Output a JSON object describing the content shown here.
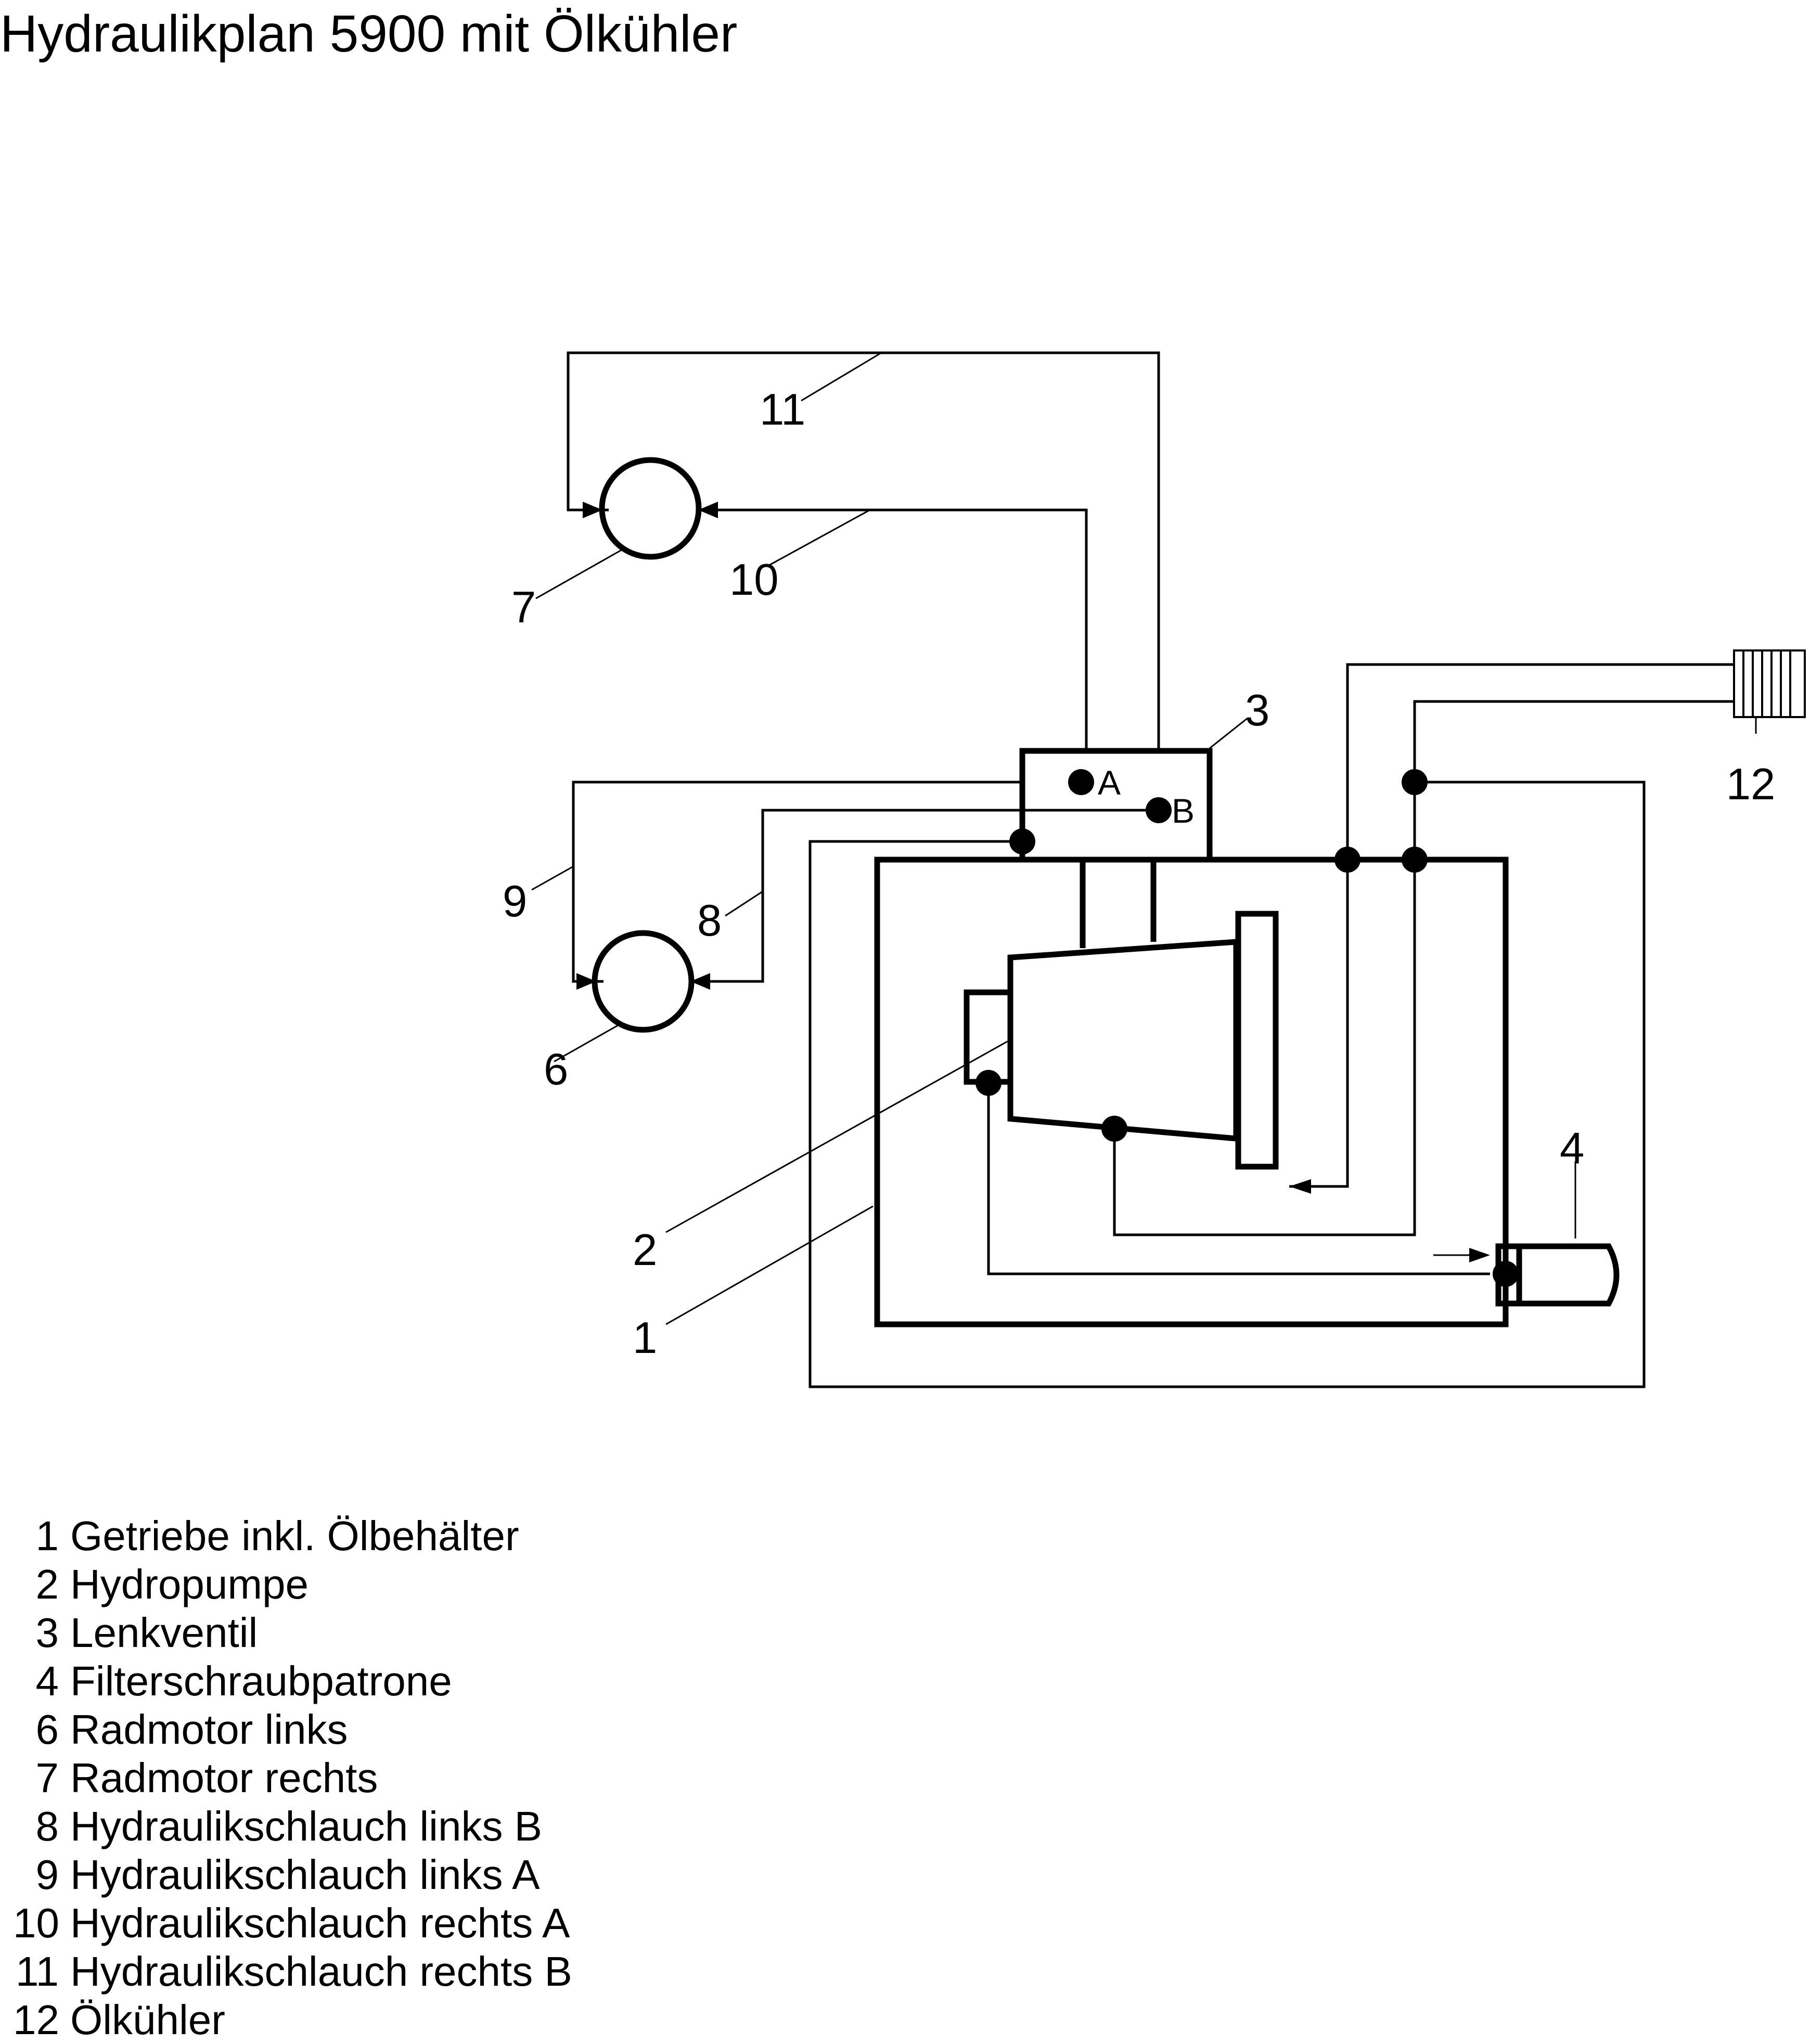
{
  "title": "Hydraulikplan 5900 mit Ölkühler",
  "ports": {
    "a": "A",
    "b": "B"
  },
  "callouts": {
    "n1": "1",
    "n2": "2",
    "n3": "3",
    "n4": "4",
    "n6": "6",
    "n7": "7",
    "n8": "8",
    "n9": "9",
    "n10": "10",
    "n11": "11",
    "n12": "12"
  },
  "legend": [
    {
      "num": "1",
      "label": "Getriebe inkl. Ölbehälter"
    },
    {
      "num": "2",
      "label": "Hydropumpe"
    },
    {
      "num": "3",
      "label": "Lenkventil"
    },
    {
      "num": "4",
      "label": "Filterschraubpatrone"
    },
    {
      "num": "6",
      "label": "Radmotor links"
    },
    {
      "num": "7",
      "label": "Radmotor rechts"
    },
    {
      "num": "8",
      "label": "Hydraulikschlauch links B"
    },
    {
      "num": "9",
      "label": "Hydraulikschlauch links A"
    },
    {
      "num": "10",
      "label": "Hydraulikschlauch rechts A"
    },
    {
      "num": "11",
      "label": "Hydraulikschlauch rechts B"
    },
    {
      "num": "12",
      "label": "Ölkühler"
    }
  ]
}
